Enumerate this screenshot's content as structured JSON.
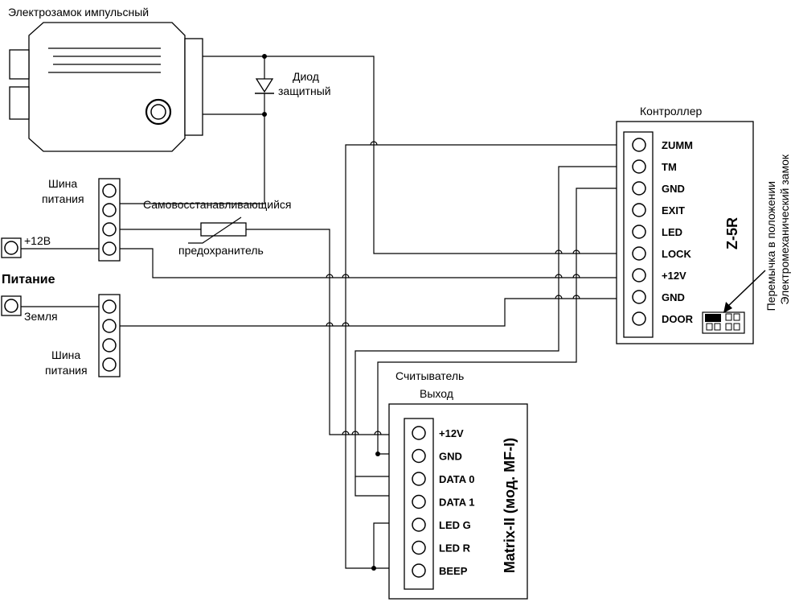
{
  "labels": {
    "lock_title": "Электрозамок импульсный",
    "diode_line1": "Диод",
    "diode_line2": "защитный",
    "bus1_line1": "Шина",
    "bus1_line2": "питания",
    "bus2_line1": "Шина",
    "bus2_line2": "питания",
    "plus12": "+12В",
    "power": "Питание",
    "ground": "Земля",
    "fuse_line1": "Самовосстанавливающийся",
    "fuse_line2": "предохранитель",
    "controller_title": "Контроллер",
    "controller_model": "Z-5R",
    "jumper_line1": "Перемычка в положении",
    "jumper_line2": "Электромеханический замок",
    "reader_line1": "Считыватель",
    "reader_line2": "Выход",
    "reader_model": "Matrix-II (мод. MF-I)"
  },
  "controller_pins": [
    "ZUMM",
    "TM",
    "GND",
    "EXIT",
    "LED",
    "LOCK",
    "+12V",
    "GND",
    "DOOR"
  ],
  "reader_pins": [
    "+12V",
    "GND",
    "DATA 0",
    "DATA 1",
    "LED G",
    "LED R",
    "BEEP"
  ]
}
